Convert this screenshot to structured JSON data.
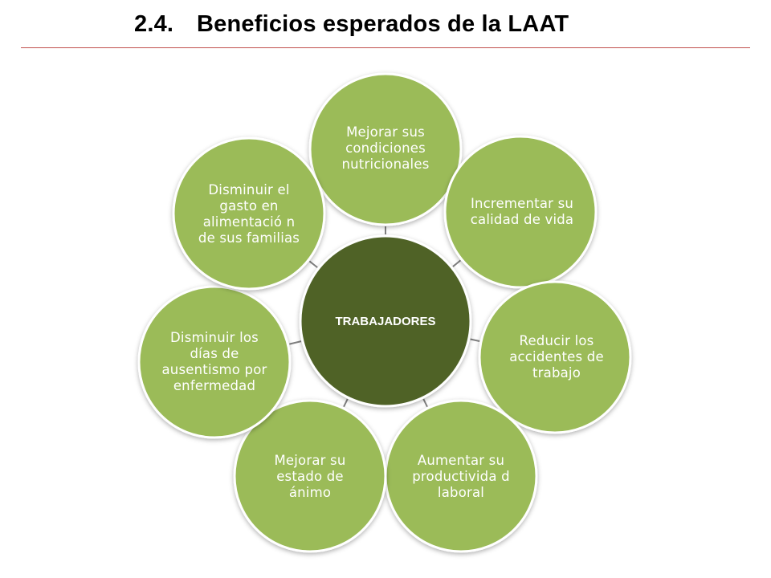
{
  "title": {
    "number": "2.4.",
    "text": "Beneficios esperados de la LAAT"
  },
  "colors": {
    "center": "#4f6228",
    "satellite": "#9bbb59",
    "connector": "#7f7f7f",
    "rule": "#c0504d",
    "ring": "#ffffff"
  },
  "center": {
    "label": "TRABAJADORES"
  },
  "nodes": [
    {
      "label": "Mejorar sus condiciones nutricionales",
      "name": "node-nutricionales"
    },
    {
      "label": "Incrementar su calidad de vida",
      "name": "node-calidad-de-vida"
    },
    {
      "label": "Reducir los accidentes de trabajo",
      "name": "node-accidentes"
    },
    {
      "label": "Aumentar su productivida d laboral",
      "name": "node-productividad"
    },
    {
      "label": "Mejorar su estado de ánimo",
      "name": "node-estado-de-animo"
    },
    {
      "label": "Disminuir los días de ausentismo por enfermedad",
      "name": "node-ausentismo"
    },
    {
      "label": "Disminuir el gasto en alimentació n de sus familias",
      "name": "node-gasto-alimentacion"
    }
  ]
}
